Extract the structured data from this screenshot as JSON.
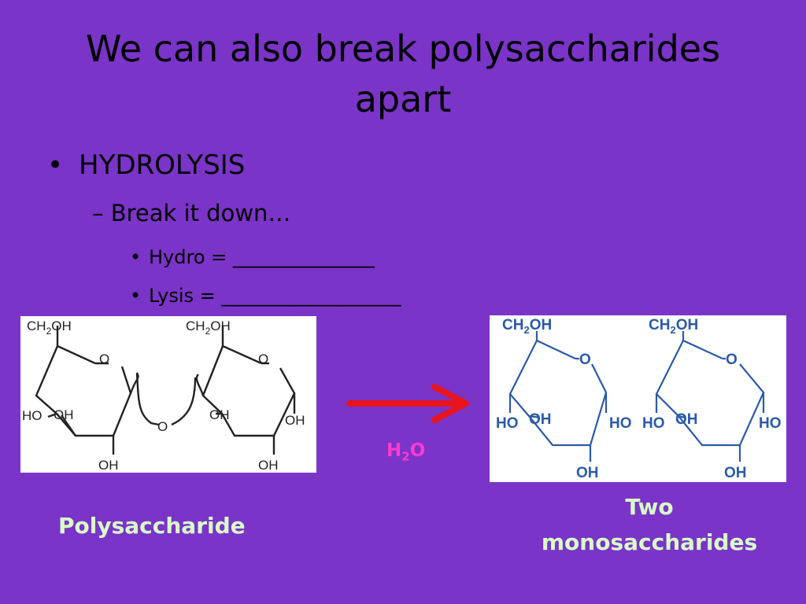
{
  "slide": {
    "title_line1": "We can also break polysaccharides",
    "title_line2": "apart",
    "bullet1": "HYDROLYSIS",
    "bullet2": "– Break it down…",
    "bullet3": "Hydro = _______________",
    "bullet4": "Lysis = ___________________",
    "reagent_main": "H",
    "reagent_sub": "2",
    "reagent_tail": "O",
    "label_left": "Polysaccharide",
    "label_right_line1": "Two",
    "label_right_line2": "monosaccharides"
  },
  "molecule_labels": {
    "ch2oh_ch": "CH",
    "ch2oh_sub": "2",
    "ch2oh_oh": "OH",
    "ring_o": "O",
    "ho": "HO",
    "oh": "OH",
    "bridge_o": "O"
  },
  "colors": {
    "background": "#7a34c8",
    "arrow": "#e8141e",
    "reagent": "#ff3ad0",
    "caption": "#d8ffc8",
    "bond_dark": "#222222",
    "bond_blue": "#2b5aa8"
  }
}
